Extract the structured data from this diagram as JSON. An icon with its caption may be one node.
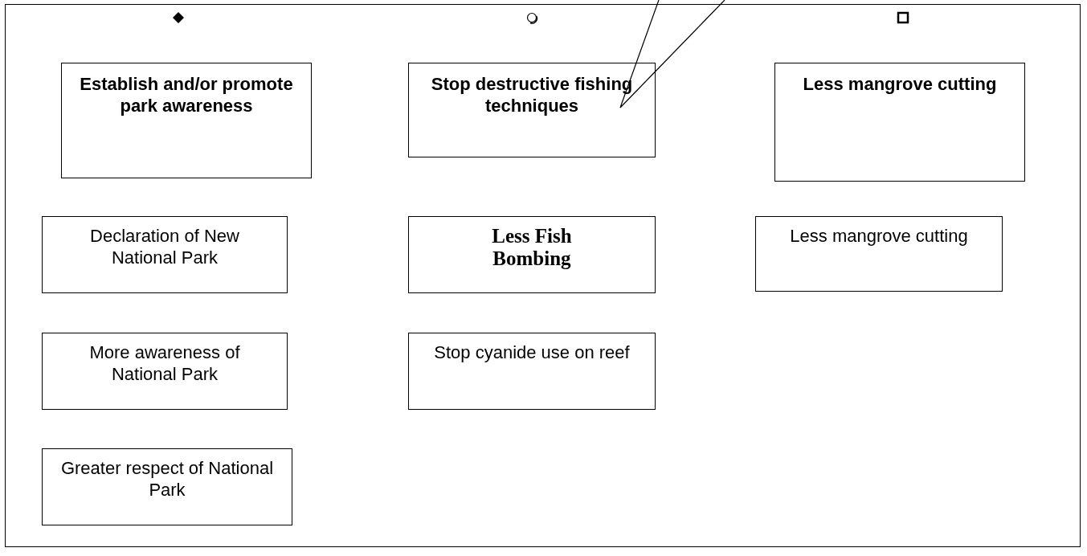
{
  "diagram": {
    "nodes": [
      {
        "text": [
          "Establish and/or promote park awareness"
        ]
      },
      {
        "text": [
          "Stop destructive fishing techniques"
        ]
      },
      {
        "text": [
          "Less mangrove cutting"
        ]
      },
      {
        "text": [
          "Declaration of New National Park"
        ]
      },
      {
        "text": [
          "Less Fish Bombing"
        ]
      },
      {
        "text": [
          "Less mangrove cutting"
        ]
      },
      {
        "text": [
          "More awareness of National Park"
        ]
      },
      {
        "text": [
          "Stop cyanide use on reef"
        ]
      },
      {
        "text": [
          "Greater respect of National Park"
        ]
      }
    ]
  }
}
